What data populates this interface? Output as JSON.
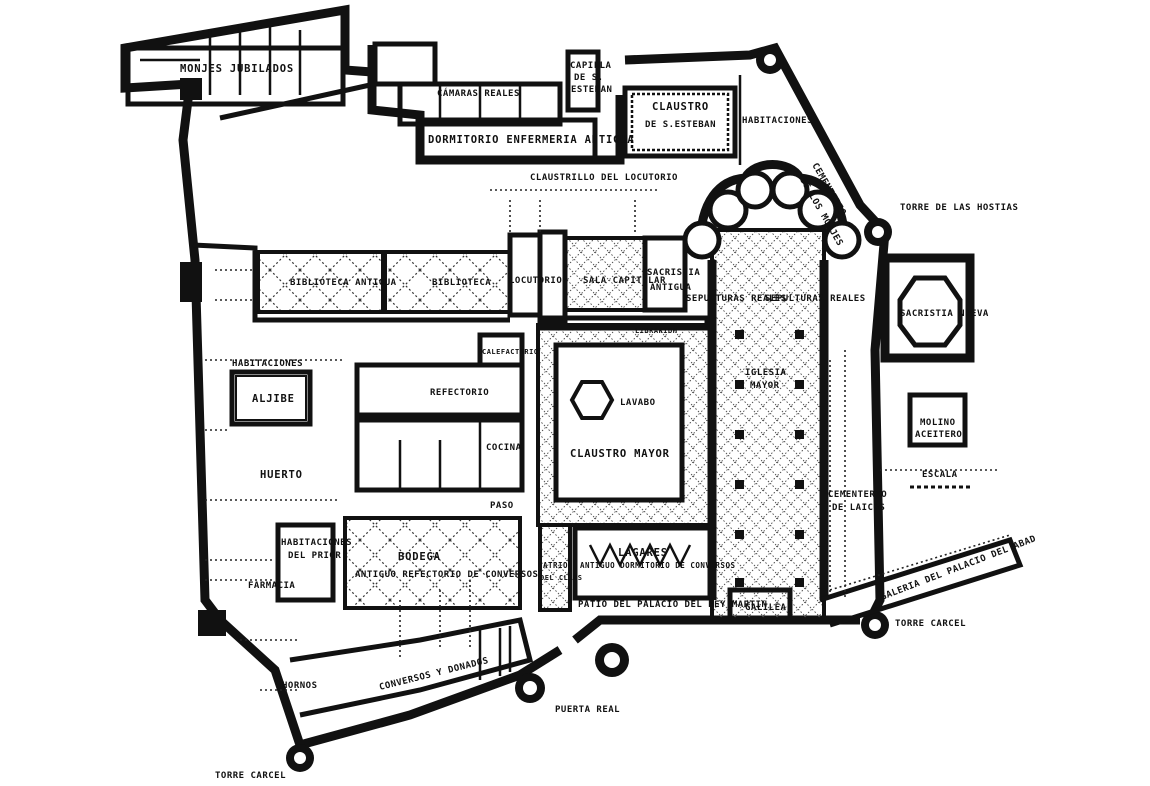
{
  "labels": {
    "monjes_jubilados": "MONJES JUBILADOS",
    "camaras_reales": "CÁMARAS REALES",
    "capilla_1": "CAPILLA",
    "capilla_2": "DE S.",
    "capilla_3": "ESTEBAN",
    "claustro_esteban_1": "CLAUSTRO",
    "claustro_esteban_2": "DE S.ESTEBAN",
    "habitaciones_ne": "HABITACIONES",
    "dormitorio_enfermeria": "DORMITORIO ENFERMERIA ANTIGUA",
    "claustrillo": "CLAUSTRILLO DEL LOCUTORIO",
    "cementerio_monjes_1": "CEMENTERIO",
    "cementerio_monjes_2": "DE LOS MONJES",
    "torre_hostias": "TORRE DE LAS HOSTIAS",
    "biblioteca_antigua": "BIBLIOTECA ANTIGUA",
    "biblioteca": "BIBLIOTECA",
    "locutorio": "LOCUTORIO",
    "sala_capitular": "SALA CAPITULAR",
    "sacristia_antigua_1": "SACRISTIA",
    "sacristia_antigua_2": "ANTIGUA",
    "sepulturas_reales_1": "SEPULTURAS REALES",
    "sepulturas_reales_2": "SEPULTURAS REALES",
    "sacristia_nueva": "SACRISTIA NUEVA",
    "librarium": "LIBRARIUM",
    "calefactorio": "CALEFACTORIO",
    "habitaciones_w": "HABITACIONES",
    "aljibe": "ALJIBE",
    "refectorio": "REFECTORIO",
    "lavabo": "LAVABO",
    "iglesia_1": "IGLESIA",
    "iglesia_2": "MAYOR",
    "molino_1": "MOLINO",
    "molino_2": "ACEITERO",
    "cocina": "COCINA",
    "claustro_mayor": "CLAUSTRO MAYOR",
    "huerto": "HUERTO",
    "escala": "ESCALA",
    "cementerio_laicos_1": "CEMENTERIO",
    "cementerio_laicos_2": "DE LAICOS",
    "paso": "PASO",
    "habitaciones_prior_1": "HABITACIONES",
    "habitaciones_prior_2": "DEL PRIOR",
    "bodega": "BODEGA",
    "lagares": "LAGARES",
    "antiguo_refectorio": "ANTIGUO REFECTORIO DE CONVERSOS",
    "atrio_1": "ATRIO",
    "atrio_2": "DEL CLAUS",
    "antiguo_dormitorio": "ANTIGUO DORMITORIO DE CONVERSOS",
    "galeria_palacio": "GALERIA DEL PALACIO DEL ABAD",
    "farmacia": "FARMACIA",
    "patio_palacio": "PATIO DEL PALACIO DEL REY MARTIN",
    "galilea": "GALILEA",
    "torre_carcel_e": "TORRE CARCEL",
    "hornos": "HORNOS",
    "conversos_donados": "CONVERSOS Y DONADOS",
    "puerta_real": "PUERTA REAL",
    "torre_carcel_sw": "TORRE CARCEL"
  }
}
